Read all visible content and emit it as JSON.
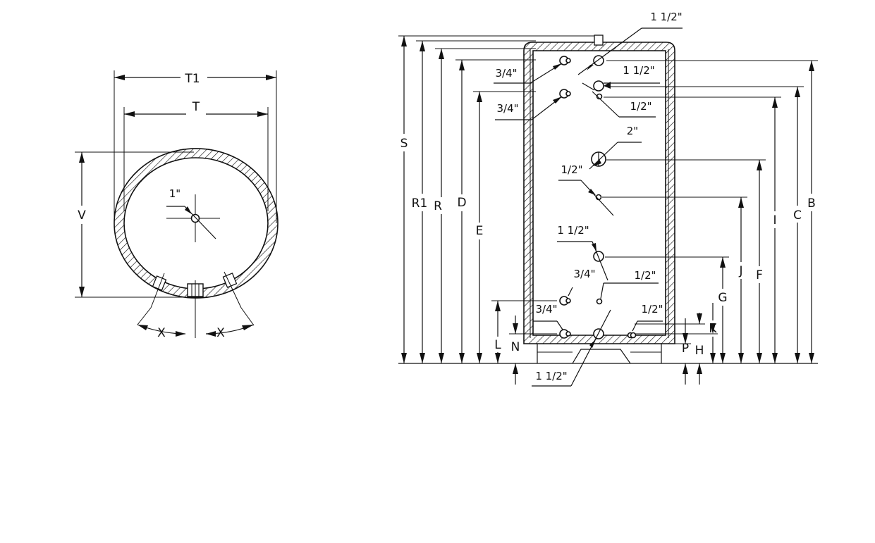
{
  "top_view": {
    "dims": {
      "t1": "T1",
      "t": "T",
      "v": "V",
      "x_left": "X",
      "x_right": "X"
    },
    "center_connection_size": "1\""
  },
  "side_view": {
    "dims": {
      "s": "S",
      "r1": "R1",
      "r": "R",
      "d": "D",
      "e": "E",
      "b": "B",
      "c": "C",
      "i": "I",
      "f": "F",
      "j": "J",
      "g": "G",
      "k": "K",
      "h": "H",
      "p": "P",
      "l": "L",
      "n": "N"
    },
    "sizes": {
      "top_outlet": "1 1/2\"",
      "upper_right_a": "1 1/2\"",
      "upper_right_b": "1/2\"",
      "upper_left_a": "3/4\"",
      "upper_left_b": "3/4\"",
      "flange": "2\"",
      "mid_left": "1/2\"",
      "mid_port": "1 1/2\"",
      "lower_left_a": "3/4\"",
      "lower_right_a": "1/2\"",
      "lower_left_b": "3/4\"",
      "lower_right_b": "1/2\"",
      "bottom_outlet": "1 1/2\""
    }
  },
  "colors": {
    "line": "#111111",
    "background": "#ffffff"
  }
}
